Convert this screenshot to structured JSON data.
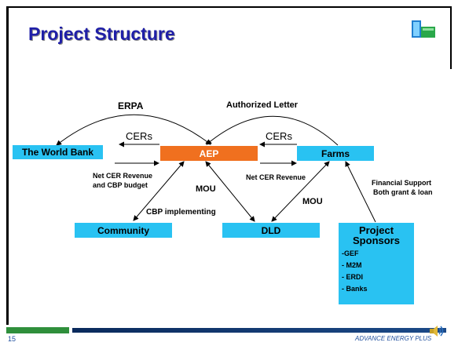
{
  "slide": {
    "title": "Project Structure",
    "page_number": "15",
    "footer_brand": "ADVANCE ENERGY PLUS"
  },
  "nodes": {
    "world_bank": "The World Bank",
    "aep": "AEP",
    "farms": "Farms",
    "community": "Community",
    "dld": "DLD",
    "sponsors_title_1": "Project",
    "sponsors_title_2": "Sponsors",
    "sponsor_items": [
      "-GEF",
      "- M2M",
      "- ERDI",
      "- Banks"
    ]
  },
  "edge_labels": {
    "erpa": "ERPA",
    "authorized_letter": "Authorized Letter",
    "cers_left": "CERs",
    "cers_right": "CERs",
    "net_cer_left_1": "Net CER Revenue",
    "net_cer_left_2": "and CBP budget",
    "net_cer_right": "Net CER Revenue",
    "mou_left": "MOU",
    "mou_right": "MOU",
    "cbp_implementing": "CBP implementing",
    "financial_support_1": "Financial Support",
    "financial_support_2": "Both grant & loan"
  },
  "colors": {
    "box_fill": "#29c2f2",
    "aep_fill": "#f0701f",
    "title_color": "#1f1fa8"
  },
  "icons": [
    "logo-icon",
    "speaker-icon"
  ]
}
